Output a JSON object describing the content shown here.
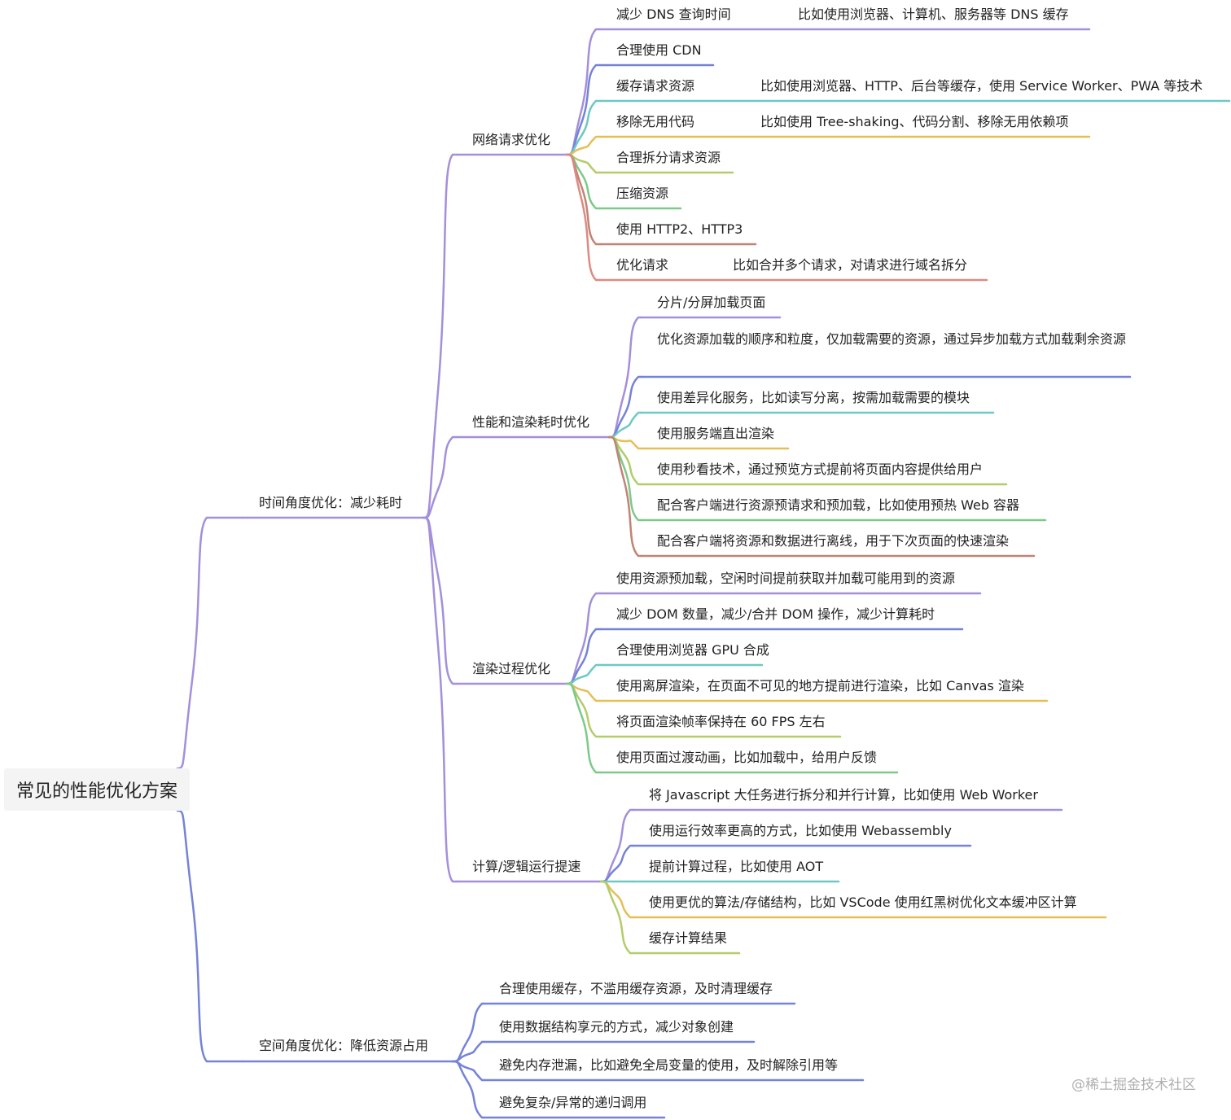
{
  "colors": {
    "purple": "#a48fdb",
    "indigo": "#7583d6",
    "teal": "#6cc9c5",
    "gold": "#e5bf55",
    "olive": "#b3cc6a",
    "green": "#7dc98a",
    "brown": "#c08476",
    "red": "#dd8a82"
  },
  "root": {
    "label": "常见的性能优化方案"
  },
  "time": {
    "label": "时间角度优化：减少耗时"
  },
  "space": {
    "label": "空间角度优化：降低资源占用"
  },
  "network": {
    "label": "网络请求优化",
    "items": [
      {
        "label": "减少 DNS 查询时间",
        "note": "比如使用浏览器、计算机、服务器等 DNS 缓存",
        "color": "purple"
      },
      {
        "label": "合理使用 CDN",
        "color": "indigo"
      },
      {
        "label": "缓存请求资源",
        "note": "比如使用浏览器、HTTP、后台等缓存，使用 Service Worker、PWA 等技术",
        "color": "teal"
      },
      {
        "label": "移除无用代码",
        "note": "比如使用 Tree-shaking、代码分割、移除无用依赖项",
        "color": "gold"
      },
      {
        "label": "合理拆分请求资源",
        "color": "olive"
      },
      {
        "label": "压缩资源",
        "color": "green"
      },
      {
        "label": "使用 HTTP2、HTTP3",
        "color": "brown"
      },
      {
        "label": "优化请求",
        "note": "比如合并多个请求，对请求进行域名拆分",
        "color": "red"
      }
    ]
  },
  "render_time": {
    "label": "性能和渲染耗时优化",
    "items": [
      {
        "label": "分片/分屏加载页面",
        "color": "purple"
      },
      {
        "label": "优化资源加载的顺序和粒度，仅加载需要的资源，通过异步加载方式加载剩余资源",
        "color": "indigo"
      },
      {
        "label": "使用差异化服务，比如读写分离，按需加载需要的模块",
        "color": "teal"
      },
      {
        "label": "使用服务端直出渲染",
        "color": "gold"
      },
      {
        "label": "使用秒看技术，通过预览方式提前将页面内容提供给用户",
        "color": "olive"
      },
      {
        "label": "配合客户端进行资源预请求和预加载，比如使用预热 Web 容器",
        "color": "green"
      },
      {
        "label": "配合客户端将资源和数据进行离线，用于下次页面的快速渲染",
        "color": "brown"
      }
    ]
  },
  "render_process": {
    "label": "渲染过程优化",
    "items": [
      {
        "label": "使用资源预加载，空闲时间提前获取并加载可能用到的资源",
        "color": "purple"
      },
      {
        "label": "减少 DOM 数量，减少/合并 DOM 操作，减少计算耗时",
        "color": "indigo"
      },
      {
        "label": "合理使用浏览器 GPU 合成",
        "color": "teal"
      },
      {
        "label": "使用离屏渲染，在页面不可见的地方提前进行渲染，比如 Canvas 渲染",
        "color": "gold"
      },
      {
        "label": "将页面渲染帧率保持在 60 FPS 左右",
        "color": "olive"
      },
      {
        "label": "使用页面过渡动画，比如加载中，给用户反馈",
        "color": "green"
      }
    ]
  },
  "compute": {
    "label": "计算/逻辑运行提速",
    "items": [
      {
        "label": "将 Javascript 大任务进行拆分和并行计算，比如使用 Web Worker",
        "color": "purple"
      },
      {
        "label": "使用运行效率更高的方式，比如使用 Webassembly",
        "color": "indigo"
      },
      {
        "label": "提前计算过程，比如使用 AOT",
        "color": "teal"
      },
      {
        "label": "使用更优的算法/存储结构，比如 VSCode 使用红黑树优化文本缓冲区计算",
        "color": "gold"
      },
      {
        "label": "缓存计算结果",
        "color": "olive"
      }
    ]
  },
  "space_items": [
    {
      "label": "合理使用缓存，不滥用缓存资源，及时清理缓存",
      "color": "indigo"
    },
    {
      "label": "使用数据结构享元的方式，减少对象创建",
      "color": "indigo"
    },
    {
      "label": "避免内存泄漏，比如避免全局变量的使用，及时解除引用等",
      "color": "indigo"
    },
    {
      "label": "避免复杂/异常的递归调用",
      "color": "indigo"
    }
  ],
  "watermark": "@稀土掘金技术社区"
}
